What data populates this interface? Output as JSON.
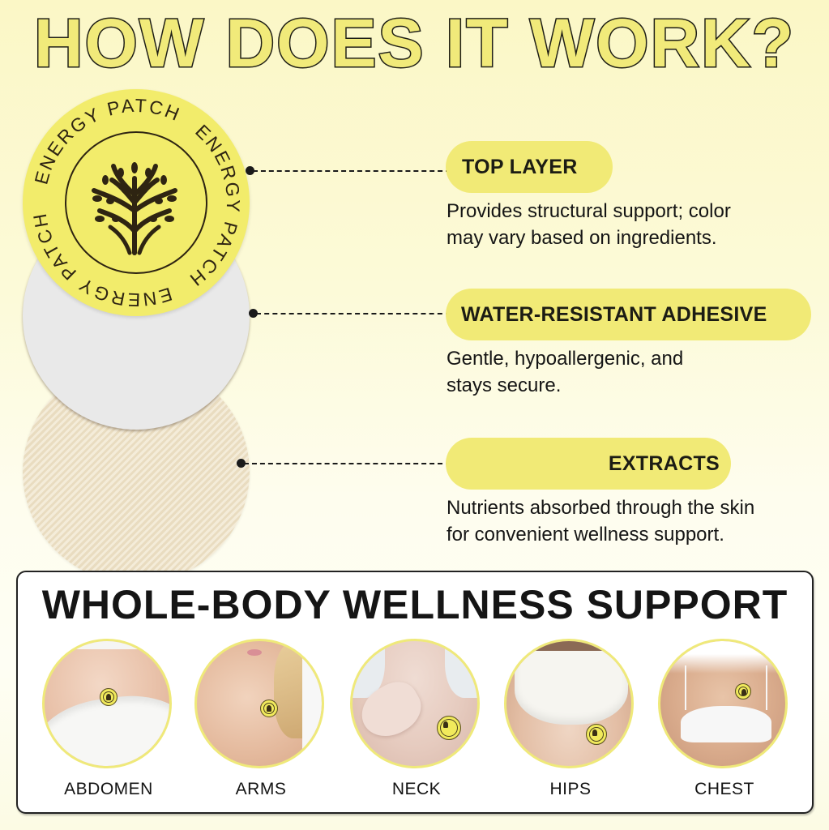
{
  "headline": "HOW DOES IT WORK?",
  "patch": {
    "ring_text": "ENERGY PATCH",
    "emblem": "tree-icon",
    "colors": {
      "top": "#f2ec6b",
      "middle": "#e9e9e9",
      "bottom": "#ece0c6",
      "ink": "#2e2412"
    }
  },
  "layers": [
    {
      "title": "TOP LAYER",
      "description_lines": [
        "Provides structural support; color",
        "may vary based on ingredients."
      ]
    },
    {
      "title": "WATER-RESISTANT ADHESIVE",
      "description_lines": [
        "Gentle, hypoallergenic, and",
        "stays secure."
      ]
    },
    {
      "title": "EXTRACTS",
      "description_lines": [
        "Nutrients absorbed through the skin",
        "for convenient wellness support."
      ]
    }
  ],
  "wellness": {
    "title": "WHOLE-BODY WELLNESS SUPPORT",
    "zones": [
      {
        "label": "ABDOMEN",
        "image": "abdomen-photo"
      },
      {
        "label": "ARMS",
        "image": "arms-photo"
      },
      {
        "label": "NECK",
        "image": "neck-photo"
      },
      {
        "label": "HIPS",
        "image": "hips-photo"
      },
      {
        "label": "CHEST",
        "image": "chest-photo"
      }
    ]
  },
  "colors": {
    "accent_yellow": "#f1ea76",
    "text_dark": "#151515",
    "border": "#222222"
  }
}
